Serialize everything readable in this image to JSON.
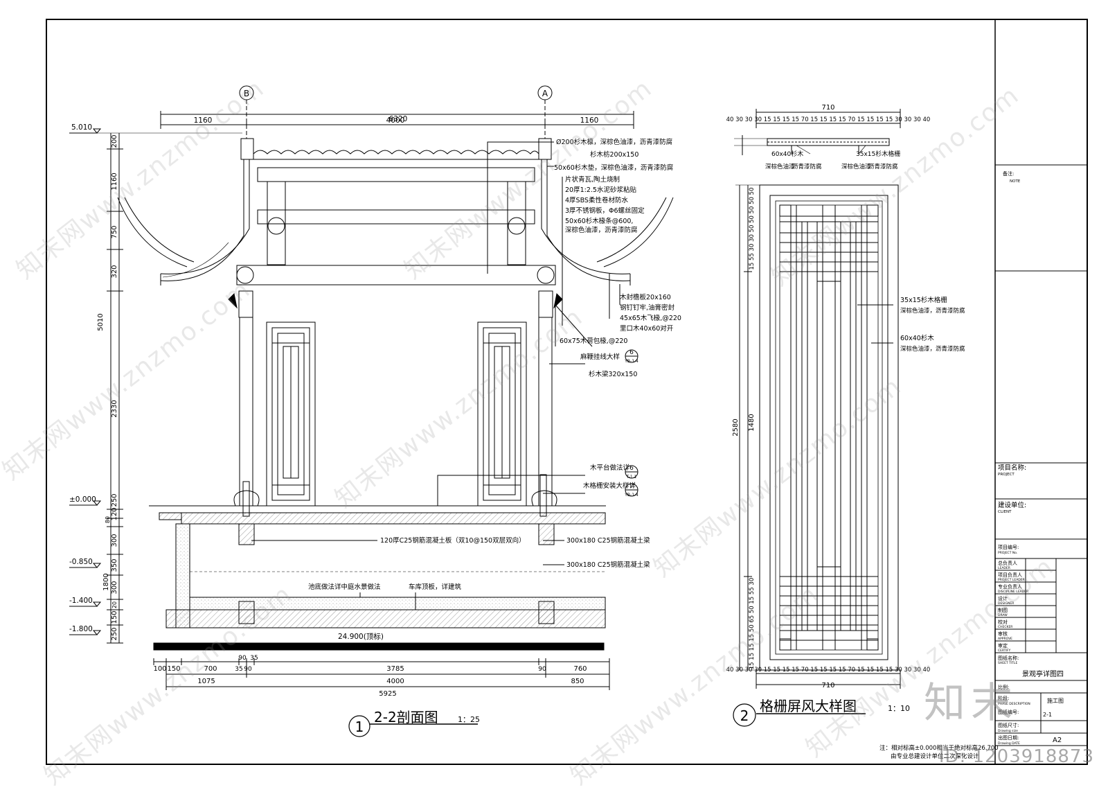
{
  "section": {
    "title": "2-2剖面图",
    "num": "1",
    "scale": "1：25",
    "axis_b": "B",
    "axis_a": "A",
    "dims_top": [
      "6320",
      "1160",
      "4000",
      "1160"
    ],
    "dims_bottom_row1": [
      "100",
      "150",
      "700",
      "35",
      "90",
      "90",
      "35",
      "3785",
      "90",
      "760"
    ],
    "dims_bottom_row2": [
      "1075",
      "4000",
      "850"
    ],
    "dims_bottom_total": "5925",
    "dims_left": [
      "200",
      "1160",
      "750",
      "320",
      "2330",
      "250",
      "120",
      "80",
      "300",
      "350",
      "300",
      "20",
      "150",
      "250",
      "1800",
      "5010"
    ],
    "levels": [
      "5.010",
      "±0.000",
      "-0.850",
      "-1.400",
      "-1.800"
    ],
    "level_pool": "24.900(顶标)",
    "notes_right": [
      "Ø200杉木檩，深棕色油漆，沥青漆防腐",
      "杉木枋200x150",
      "50x60杉木垫，深棕色油漆，沥青漆防腐",
      "片状青瓦,陶土烧制",
      "20厚1:2.5水泥砂浆粘贴",
      "4厚SBS柔性卷材防水",
      "3厚不锈钢板，Φ6螺丝固定",
      "50x60杉木椽条@600,",
      "深棕色油漆，沥青漆防腐",
      "木封檐板20x160",
      "钢钉钉牢,油膏密封",
      "45x65木飞椽,@220",
      "里口木40x60对开",
      "60x75木荷包椽,@220",
      "麻鞭挂线大样",
      "杉木梁320x150"
    ],
    "callouts": [
      {
        "label": "麻鞭挂线大样",
        "num": "6",
        "ref": "YB-1.4"
      },
      {
        "label": "木平台做法详",
        "num": "6",
        "ref": "T-1.1"
      },
      {
        "label": "木格栅安装大样详",
        "num": "7",
        "ref": "YB-1.4"
      }
    ],
    "notes_bottom": [
      "120厚C25钢筋混凝土板（双10@150双层双向）",
      "300x180 C25钢筋混凝土梁",
      "300x180 C25钢筋混凝土梁",
      "池底做法详中庭水景做法",
      "车库顶板，详建筑"
    ]
  },
  "screen": {
    "title": "格栅屏风大样图",
    "num": "2",
    "scale": "1：10",
    "width": "710",
    "height_total": "2580",
    "height_mid": "1480",
    "plan_labels": [
      "60x40杉木",
      "35x15杉木格栅",
      "深棕色油漆",
      "沥青漆防腐"
    ],
    "label_1": "35x15杉木格栅",
    "label_2": "深棕色油漆，沥青漆防腐",
    "label_3": "60x40杉木",
    "label_4": "深棕色油漆，沥青漆防腐",
    "top_dims": "40 30 30 30 15 15 15 15 70 15 15 15 15 70 15 15 15 15 30 30 30 40",
    "side_dims_top": [
      "15",
      "55",
      "30",
      "30",
      "50",
      "50",
      "50",
      "50",
      "50",
      "50",
      "50",
      "50",
      "50"
    ],
    "side_dims_bottom": [
      "50",
      "65",
      "50",
      "15",
      "15",
      "15",
      "15",
      "15",
      "55",
      "30"
    ]
  },
  "title_block": {
    "note_cn": "备注:",
    "note_en": "NOTE",
    "project_cn": "项目名称:",
    "project_en": "PROJECT",
    "client_cn": "建设单位:",
    "client_en": "CLIENT",
    "rows": [
      {
        "cn": "项目编号:",
        "en": "PROJECT No."
      },
      {
        "cn": "总负责人",
        "en": "LEADER"
      },
      {
        "cn": "项目负责人",
        "en": "PROJECT LEADER"
      },
      {
        "cn": "专业负责人",
        "en": "DISCIPLINE LEADER"
      },
      {
        "cn": "设计",
        "en": "DESIGNER"
      },
      {
        "cn": "制图",
        "en": "DRAW"
      },
      {
        "cn": "校对",
        "en": "CHECKER"
      },
      {
        "cn": "审核",
        "en": "APPROVE"
      },
      {
        "cn": "审定",
        "en": "CERTIFY"
      }
    ],
    "sheet_title_cn": "图纸名称:",
    "sheet_title_en": "SHEET TITLE",
    "sheet_title": "景观亭详图四",
    "scale_cn": "比例:",
    "phase_cn": "阶段:",
    "phase_en": "PHASE DESCRIPTION",
    "phase": "施工图",
    "drawing_no_cn": "图纸编号:",
    "drawing_no": "2-1",
    "size_cn": "图纸尺寸:",
    "size_en": "Drawing size",
    "size": "A2",
    "date_cn": "出图日期:",
    "date_en": "Drawing DATE"
  },
  "footnote": {
    "line1": "注：相对标高±0.000相当于绝对标高26.700",
    "line2": "由专业总建设计单位二次深化设计"
  },
  "watermark": {
    "text": "知末网www.znzmo.com",
    "brand": "知末",
    "id": "ID: 1203918873"
  }
}
